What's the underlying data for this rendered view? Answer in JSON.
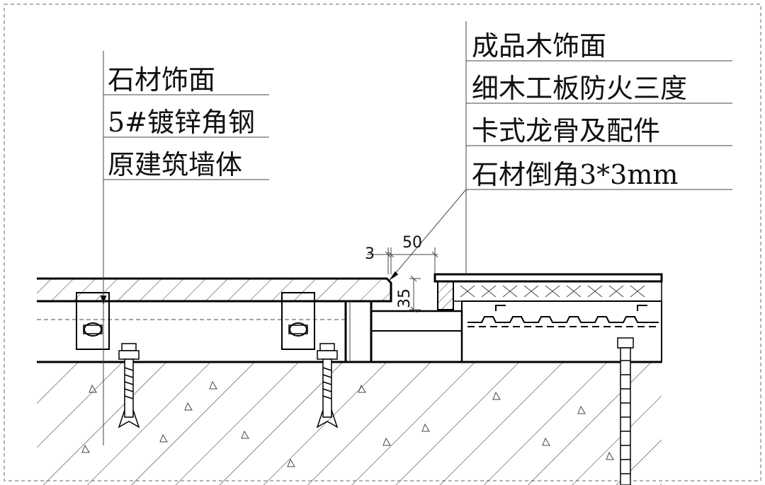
{
  "left_labels": [
    "石材饰面",
    "5#镀锌角钢",
    "原建筑墙体"
  ],
  "right_labels": [
    "成品木饰面",
    "细木工板防火三度",
    "卡式龙骨及配件",
    "石材倒角3*3mm"
  ],
  "dimensions": {
    "gap": "3",
    "width": "50",
    "height": "35"
  }
}
